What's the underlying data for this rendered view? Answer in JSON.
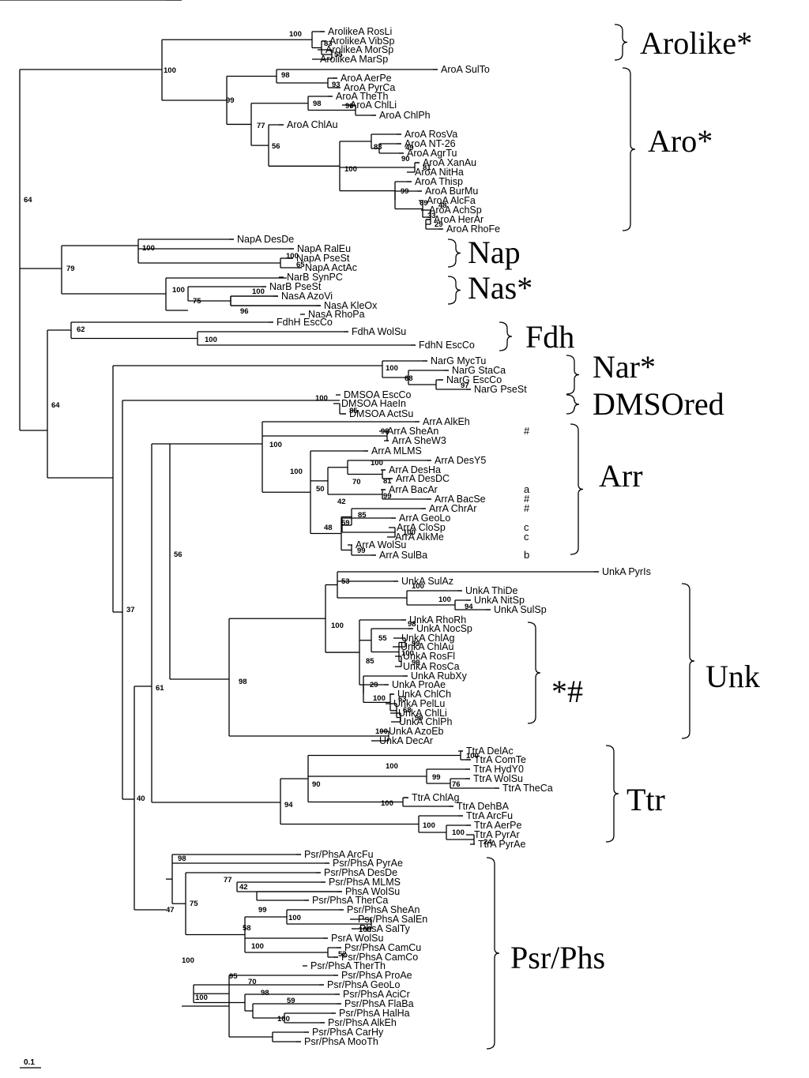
{
  "leaves": [
    {
      "n": "ArolikeA RosLi"
    },
    {
      "n": "ArolikeA VibSp"
    },
    {
      "n": "ArolikeA MorSp"
    },
    {
      "n": "ArolikeA MarSp"
    },
    {
      "n": "AroA SulTo"
    },
    {
      "n": "AroA AerPe"
    },
    {
      "n": "AroA PyrCa"
    },
    {
      "n": "AroA TheTh"
    },
    {
      "n": "AroA ChlLi"
    },
    {
      "n": "AroA ChlPh"
    },
    {
      "n": "AroA ChlAu"
    },
    {
      "n": "AroA RosVa"
    },
    {
      "n": "AroA NT-26"
    },
    {
      "n": "AroA AgrTu"
    },
    {
      "n": "AroA XanAu"
    },
    {
      "n": "AroA NitHa"
    },
    {
      "n": "AroA Thisp"
    },
    {
      "n": "AroA BurMu"
    },
    {
      "n": "AroA AlcFa"
    },
    {
      "n": "AroA AchSp"
    },
    {
      "n": "AroA HerAr"
    },
    {
      "n": "AroA RhoFe"
    },
    {
      "n": "NapA DesDe"
    },
    {
      "n": "NapA RalEu"
    },
    {
      "n": "NapA PseSt"
    },
    {
      "n": "NapA ActAc"
    },
    {
      "n": "NarB SynPC"
    },
    {
      "n": "NarB PseSt"
    },
    {
      "n": "NasA AzoVi"
    },
    {
      "n": "NasA KleOx"
    },
    {
      "n": "NasA RhoPa"
    },
    {
      "n": "FdhH EscCo"
    },
    {
      "n": "FdhA WolSu"
    },
    {
      "n": "FdhN EscCo"
    },
    {
      "n": "NarG MycTu"
    },
    {
      "n": "NarG StaCa"
    },
    {
      "n": "NarG EscCo"
    },
    {
      "n": "NarG PseSt"
    },
    {
      "n": "DMSOA EscCo"
    },
    {
      "n": "DMSOA HaeIn"
    },
    {
      "n": "DMSOA ActSu"
    },
    {
      "n": "ArrA AlkEh"
    },
    {
      "n": "ArrA SheAn",
      "note": "#"
    },
    {
      "n": "ArrA SheW3"
    },
    {
      "n": "ArrA MLMS"
    },
    {
      "n": "ArrA DesY5"
    },
    {
      "n": "ArrA DesHa"
    },
    {
      "n": "ArrA DesDC"
    },
    {
      "n": "ArrA BacAr",
      "note": "a"
    },
    {
      "n": "ArrA BacSe",
      "note": "#"
    },
    {
      "n": "ArrA ChrAr",
      "note": "#"
    },
    {
      "n": "ArrA GeoLo"
    },
    {
      "n": "ArrA CloSp",
      "note": "c"
    },
    {
      "n": "ArrA AlkMe",
      "note": "c"
    },
    {
      "n": "ArrA WolSu"
    },
    {
      "n": "ArrA SulBa",
      "note": "b"
    },
    {
      "n": "UnkA PyrIs"
    },
    {
      "n": "UnkA SulAz"
    },
    {
      "n": "UnkA ThiDe"
    },
    {
      "n": "UnkA NitSp"
    },
    {
      "n": "UnkA SulSp"
    },
    {
      "n": "UnkA RhoRh"
    },
    {
      "n": "UnkA NocSp"
    },
    {
      "n": "UnkA ChlAg"
    },
    {
      "n": "UnkA ChlAu"
    },
    {
      "n": "UnkA RosFl"
    },
    {
      "n": "UnkA RosCa"
    },
    {
      "n": "UnkA RubXy"
    },
    {
      "n": "UnkA ProAe"
    },
    {
      "n": "UnkA ChlCh"
    },
    {
      "n": "UnkA PelLu"
    },
    {
      "n": "UnkA ChlLi"
    },
    {
      "n": "UnkA ChlPh"
    },
    {
      "n": "UnkA AzoEb"
    },
    {
      "n": "UnkA DecAr"
    },
    {
      "n": "TtrA DelAc"
    },
    {
      "n": "TtrA ComTe"
    },
    {
      "n": "TtrA HydY0"
    },
    {
      "n": "TtrA WolSu"
    },
    {
      "n": "TtrA TheCa"
    },
    {
      "n": "TtrA ChlAg"
    },
    {
      "n": "TtrA DehBA"
    },
    {
      "n": "TtrA ArcFu"
    },
    {
      "n": "TtrA AerPe"
    },
    {
      "n": "TtrA PyrAr"
    },
    {
      "n": "TtrA PyrAe"
    },
    {
      "n": "Psr/PhsA ArcFu"
    },
    {
      "n": "Psr/PhsA PyrAe"
    },
    {
      "n": "Psr/PhsA DesDe"
    },
    {
      "n": "Psr/PhsA MLMS"
    },
    {
      "n": "PhsA WolSu"
    },
    {
      "n": "Psr/PhsA TherCa"
    },
    {
      "n": "Psr/PhsA SheAn"
    },
    {
      "n": "Psr/PhsA SalEn"
    },
    {
      "n": "PhsA SalTy"
    },
    {
      "n": "PsrA WolSu"
    },
    {
      "n": "Psr/PhsA CamCu"
    },
    {
      "n": "Psr/PhsA CamCo"
    },
    {
      "n": "Psr/PhsA TherTh"
    },
    {
      "n": "Psr/PhsA ProAe"
    },
    {
      "n": "Psr/PhsA GeoLo"
    },
    {
      "n": "Psr/PhsA AciCr"
    },
    {
      "n": "Psr/PhsA FlaBa"
    },
    {
      "n": "Psr/PhsA HalHa"
    },
    {
      "n": "Psr/PhsA AlkEh"
    },
    {
      "n": "Psr/PhsA CarHy"
    },
    {
      "n": "Psr/PhsA MooTh"
    }
  ],
  "bootstraps": [
    "100",
    "83",
    "55",
    "100",
    "98",
    "93",
    "99",
    "98",
    "96",
    "77",
    "56",
    "83",
    "49",
    "90",
    "81",
    "100",
    "99",
    "69",
    "48",
    "33",
    "29",
    "64",
    "100",
    "100",
    "65",
    "79",
    "100",
    "100",
    "75",
    "96",
    "62",
    "100",
    "64",
    "100",
    "68",
    "97",
    "100",
    "85",
    "98",
    "100",
    "100",
    "100",
    "70",
    "81",
    "50",
    "99",
    "42",
    "85",
    "59",
    "100",
    "48",
    "99",
    "56",
    "53",
    "100",
    "100",
    "94",
    "37",
    "100",
    "98",
    "55",
    "99",
    "100",
    "99",
    "85",
    "29",
    "100",
    "63",
    "68",
    "99",
    "98",
    "100",
    "61",
    "100",
    "90",
    "99",
    "76",
    "100",
    "100",
    "94",
    "100",
    "100",
    "24",
    "40",
    "98",
    "77",
    "42",
    "75",
    "99",
    "100",
    "100",
    "58",
    "100",
    "52",
    "47",
    "100",
    "95",
    "70",
    "98",
    "59",
    "100",
    "100"
  ],
  "clades": [
    {
      "label": "Arolike*"
    },
    {
      "label": "Aro*"
    },
    {
      "label": "Nap"
    },
    {
      "label": "Nas*"
    },
    {
      "label": "Fdh"
    },
    {
      "label": "Nar*"
    },
    {
      "label": "DMSOred"
    },
    {
      "label": "Arr"
    },
    {
      "label": "Unk"
    },
    {
      "label": "*#"
    },
    {
      "label": "Ttr"
    },
    {
      "label": "Psr/Phs"
    }
  ],
  "scale": {
    "label": "0.1"
  }
}
